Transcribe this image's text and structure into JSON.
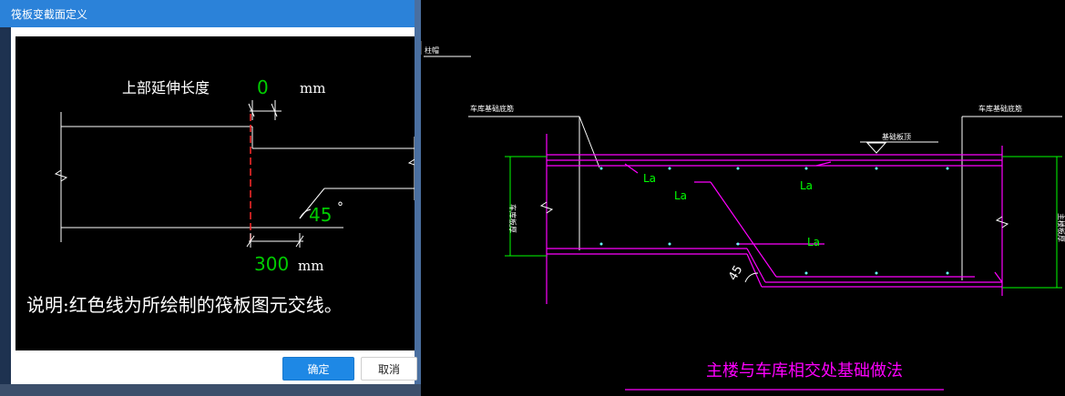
{
  "dialog": {
    "title": "筏板变截面定义",
    "ok_label": "确定",
    "cancel_label": "取消"
  },
  "preview": {
    "extension_label": "上部延伸长度",
    "extension_value": "0",
    "extension_unit": "mm",
    "angle_value": "45",
    "angle_unit": "°",
    "offset_value": "300",
    "offset_unit": "mm",
    "note": "说明:红色线为所绘制的筏板图元交线。"
  },
  "drawing": {
    "corner_label": "柱帽",
    "left_label": "车库基础底筋",
    "right_label": "车库基础底筋",
    "top_label": "基础板顶",
    "anchor_label_1": "La",
    "anchor_label_2": "La",
    "anchor_label_3": "La",
    "anchor_label_4": "La",
    "left_dim_label": "车库板厚",
    "right_dim_label": "主楼板厚",
    "angle_label": "45",
    "title": "主楼与车库相交处基础做法"
  },
  "colors": {
    "title_bar": "#2b82d9",
    "primary_button": "#1e88e5",
    "cad_magenta": "#ff00ff",
    "cad_green": "#00ff00",
    "cut_line_red": "#ff0000"
  }
}
